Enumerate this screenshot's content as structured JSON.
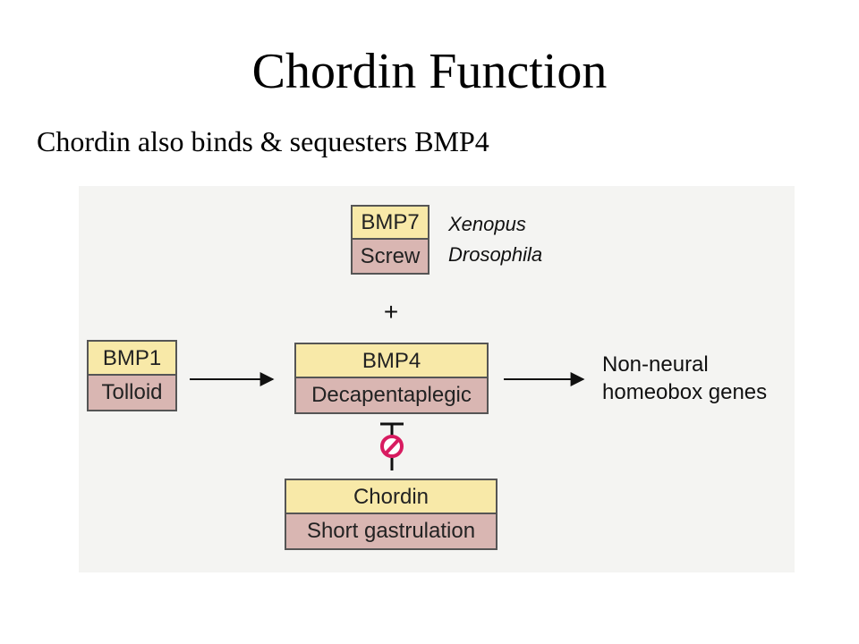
{
  "slide": {
    "title": "Chordin Function",
    "subtitle": "Chordin also binds & sequesters BMP4"
  },
  "diagram": {
    "bmp7_box": {
      "top": "BMP7",
      "bottom": "Screw"
    },
    "species": {
      "vertebrate": "Xenopus",
      "invertebrate": "Drosophila"
    },
    "plus": "+",
    "bmp1_box": {
      "top": "BMP1",
      "bottom": "Tolloid"
    },
    "bmp4_box": {
      "top": "BMP4",
      "bottom": "Decapentaplegic"
    },
    "chordin_box": {
      "top": "Chordin",
      "bottom": "Short gastrulation"
    },
    "target": {
      "line1": "Non-neural",
      "line2": "homeobox genes"
    },
    "colors": {
      "top_band": "#f8e9a8",
      "bottom_band": "#d9b6b2",
      "inhibitor_symbol": "#d81b60",
      "arrow": "#111111"
    }
  }
}
